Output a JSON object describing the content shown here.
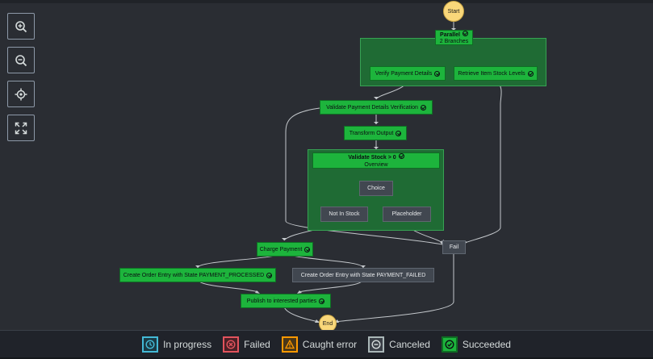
{
  "nodes": {
    "start": "Start",
    "parallel_title": "Parallel",
    "parallel_sub": "2 Branches",
    "verify_payment": "Verify Payment Details",
    "retrieve_stock": "Retrieve Item Stock Levels",
    "validate_payment": "Validate Payment Details Verification",
    "transform_output": "Transform Output",
    "validate_stock": "Validate Stock > 0",
    "validate_stock_sub": "Overview",
    "choice": "Choice",
    "not_in_stock": "Not In Stock",
    "placeholder": "Placeholder",
    "fail": "Fail",
    "charge_payment": "Charge Payment",
    "create_processed": "Create Order Entry with State PAYMENT_PROCESSED",
    "create_failed": "Create Order Entry with State PAYMENT_FAILED",
    "publish": "Publish to interested parties",
    "end": "End"
  },
  "controls": {
    "zoom_in_icon": "zoom-in-icon",
    "zoom_out_icon": "zoom-out-icon",
    "center_icon": "crosshair-icon",
    "fit_icon": "expand-icon"
  },
  "legend": {
    "in_progress": "In progress",
    "failed": "Failed",
    "caught_error": "Caught error",
    "canceled": "Canceled",
    "succeeded": "Succeeded"
  },
  "colors": {
    "background": "#2a2d33",
    "succeeded": "#1db43c",
    "in_progress": "#44b9d6",
    "failed": "#d13212",
    "caught_error": "#ff9900",
    "canceled": "#aab7b8",
    "terminal": "#f9d77a"
  }
}
